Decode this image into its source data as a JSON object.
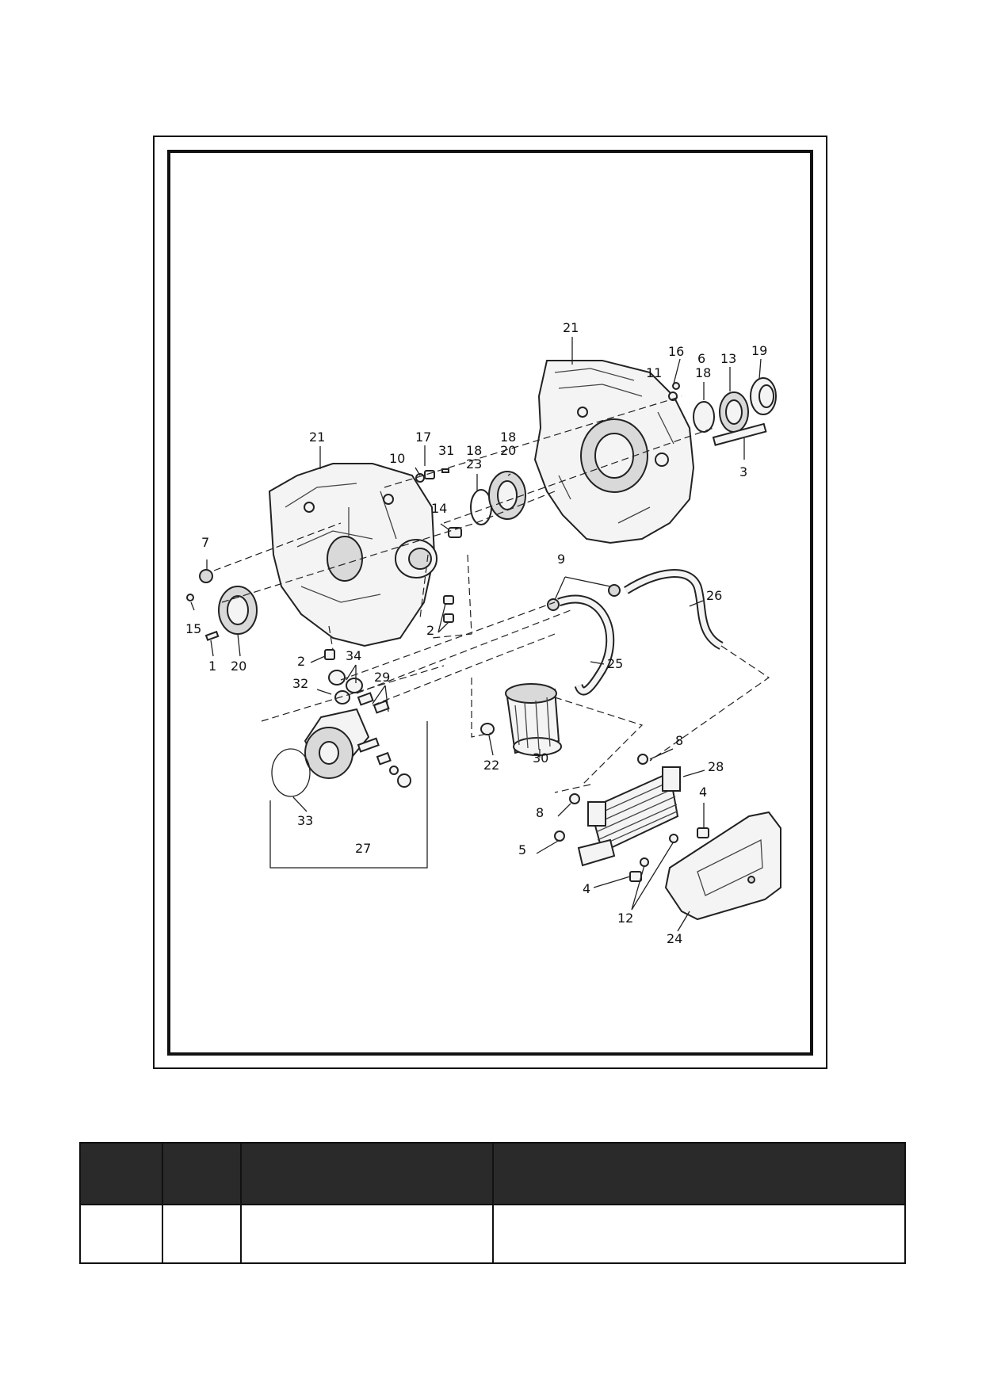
{
  "diagram": {
    "callouts": [
      {
        "id": "c-21a",
        "label": "21"
      },
      {
        "id": "c-16",
        "label": "16"
      },
      {
        "id": "c-6",
        "label": "6"
      },
      {
        "id": "c-19",
        "label": "19"
      },
      {
        "id": "c-11",
        "label": "11"
      },
      {
        "id": "c-18a",
        "label": "18"
      },
      {
        "id": "c-13",
        "label": "13"
      },
      {
        "id": "c-3",
        "label": "3"
      },
      {
        "id": "c-21b",
        "label": "21"
      },
      {
        "id": "c-17",
        "label": "17"
      },
      {
        "id": "c-31",
        "label": "31"
      },
      {
        "id": "c-10",
        "label": "10"
      },
      {
        "id": "c-18b",
        "label": "18"
      },
      {
        "id": "c-23",
        "label": "23"
      },
      {
        "id": "c-18c",
        "label": "18"
      },
      {
        "id": "c-20a",
        "label": "20"
      },
      {
        "id": "c-14",
        "label": "14"
      },
      {
        "id": "c-7",
        "label": "7"
      },
      {
        "id": "c-15",
        "label": "15"
      },
      {
        "id": "c-1",
        "label": "1"
      },
      {
        "id": "c-20b",
        "label": "20"
      },
      {
        "id": "c-2a",
        "label": "2"
      },
      {
        "id": "c-2b",
        "label": "2"
      },
      {
        "id": "c-34",
        "label": "34"
      },
      {
        "id": "c-32",
        "label": "32"
      },
      {
        "id": "c-29",
        "label": "29"
      },
      {
        "id": "c-33",
        "label": "33"
      },
      {
        "id": "c-27",
        "label": "27"
      },
      {
        "id": "c-9",
        "label": "9"
      },
      {
        "id": "c-26",
        "label": "26"
      },
      {
        "id": "c-25",
        "label": "25"
      },
      {
        "id": "c-22",
        "label": "22"
      },
      {
        "id": "c-30",
        "label": "30"
      },
      {
        "id": "c-8a",
        "label": "8"
      },
      {
        "id": "c-28",
        "label": "28"
      },
      {
        "id": "c-8b",
        "label": "8"
      },
      {
        "id": "c-4a",
        "label": "4"
      },
      {
        "id": "c-5",
        "label": "5"
      },
      {
        "id": "c-4b",
        "label": "4"
      },
      {
        "id": "c-12",
        "label": "12"
      },
      {
        "id": "c-24",
        "label": "24"
      }
    ]
  },
  "table": {
    "headers": [
      "",
      "",
      "",
      ""
    ],
    "rows": [
      [
        "",
        "",
        "",
        ""
      ]
    ]
  }
}
